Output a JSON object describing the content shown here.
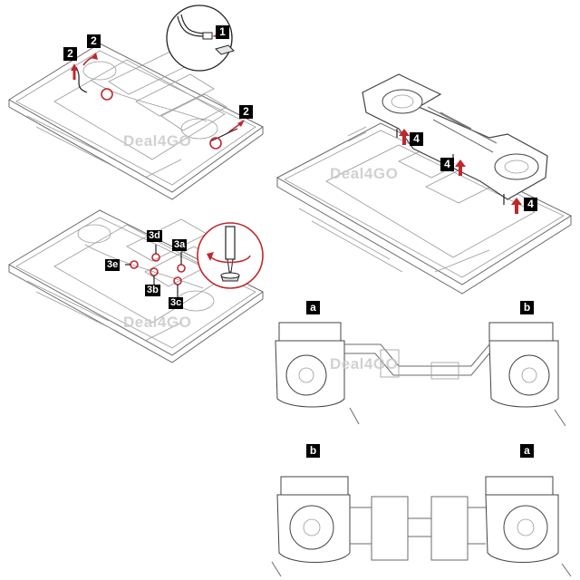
{
  "callouts": {
    "step1": "1",
    "step2": "2",
    "step3a": "3a",
    "step3b": "3b",
    "step3c": "3c",
    "step3d": "3d",
    "step3e": "3e",
    "step4": "4",
    "part_a": "a",
    "part_b": "b"
  },
  "watermark": "Deal4GO",
  "colors": {
    "line": "#6b6b6b",
    "accent_red": "#c0272d",
    "callout_bg": "#000000",
    "callout_text": "#ffffff",
    "watermark": "#c9c9c9"
  },
  "icons": [
    "screwdriver-icon",
    "rotate-arrow-icon",
    "lift-arrow-icon"
  ]
}
